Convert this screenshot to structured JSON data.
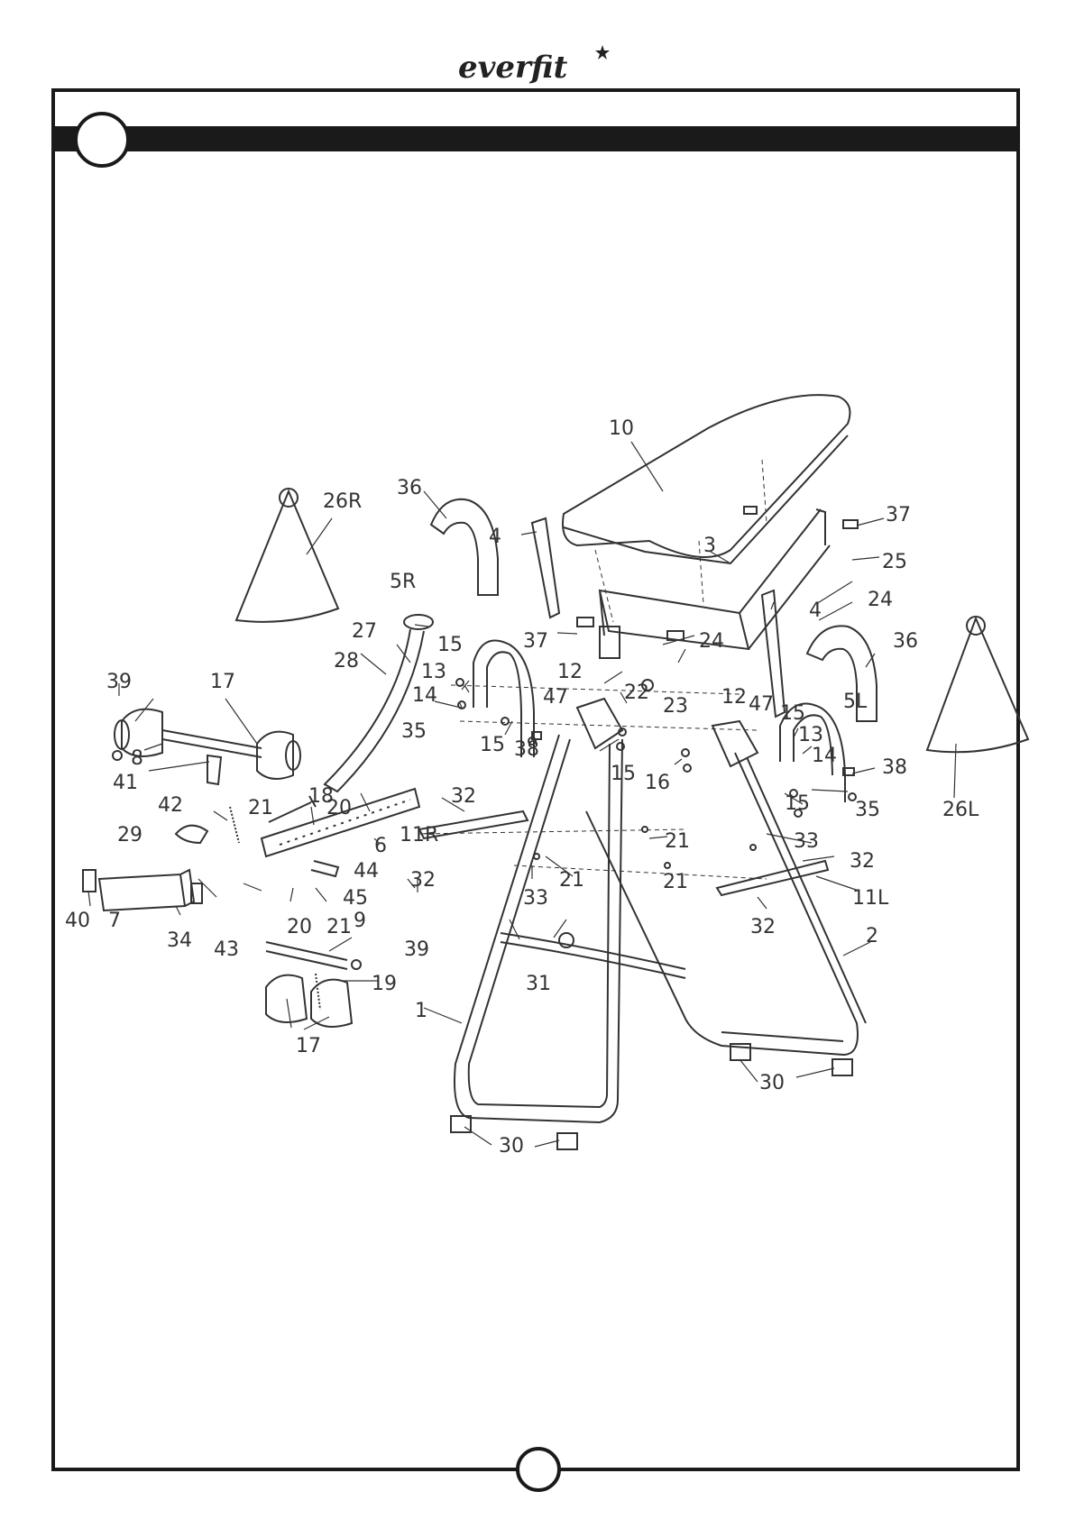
{
  "brand": {
    "logo_text": "everfit"
  },
  "callouts": [
    {
      "id": "c10",
      "label": "10"
    },
    {
      "id": "c26R",
      "label": "26R"
    },
    {
      "id": "c36a",
      "label": "36"
    },
    {
      "id": "c4a",
      "label": "4"
    },
    {
      "id": "c3",
      "label": "3"
    },
    {
      "id": "c37a",
      "label": "37"
    },
    {
      "id": "c25",
      "label": "25"
    },
    {
      "id": "c24a",
      "label": "24"
    },
    {
      "id": "c4b",
      "label": "4"
    },
    {
      "id": "c36b",
      "label": "36"
    },
    {
      "id": "c5R",
      "label": "5R"
    },
    {
      "id": "c27",
      "label": "27"
    },
    {
      "id": "c37b",
      "label": "37"
    },
    {
      "id": "c24b",
      "label": "24"
    },
    {
      "id": "c15a",
      "label": "15"
    },
    {
      "id": "c12a",
      "label": "12"
    },
    {
      "id": "c12b",
      "label": "12"
    },
    {
      "id": "c47a",
      "label": "47"
    },
    {
      "id": "c47b",
      "label": "47"
    },
    {
      "id": "c5L",
      "label": "5L"
    },
    {
      "id": "c39a",
      "label": "39"
    },
    {
      "id": "c17a",
      "label": "17"
    },
    {
      "id": "c28",
      "label": "28"
    },
    {
      "id": "c13a",
      "label": "13"
    },
    {
      "id": "c14a",
      "label": "14"
    },
    {
      "id": "c23",
      "label": "23"
    },
    {
      "id": "c22",
      "label": "22"
    },
    {
      "id": "c15b",
      "label": "15"
    },
    {
      "id": "c13b",
      "label": "13"
    },
    {
      "id": "c35a",
      "label": "35"
    },
    {
      "id": "c15c",
      "label": "15"
    },
    {
      "id": "c38a",
      "label": "38"
    },
    {
      "id": "c15d",
      "label": "15"
    },
    {
      "id": "c16",
      "label": "16"
    },
    {
      "id": "c14b",
      "label": "14"
    },
    {
      "id": "c38b",
      "label": "38"
    },
    {
      "id": "c8",
      "label": "8"
    },
    {
      "id": "c41",
      "label": "41"
    },
    {
      "id": "c18",
      "label": "18"
    },
    {
      "id": "c15e",
      "label": "15"
    },
    {
      "id": "c35b",
      "label": "35"
    },
    {
      "id": "c26L",
      "label": "26L"
    },
    {
      "id": "c42",
      "label": "42"
    },
    {
      "id": "c21a",
      "label": "21"
    },
    {
      "id": "c20a",
      "label": "20"
    },
    {
      "id": "c11R",
      "label": "11R"
    },
    {
      "id": "c32a",
      "label": "32"
    },
    {
      "id": "c21b",
      "label": "21"
    },
    {
      "id": "c33a",
      "label": "33"
    },
    {
      "id": "c29",
      "label": "29"
    },
    {
      "id": "c6",
      "label": "6"
    },
    {
      "id": "c44",
      "label": "44"
    },
    {
      "id": "c32b",
      "label": "32"
    },
    {
      "id": "c21c",
      "label": "21"
    },
    {
      "id": "c33b",
      "label": "33"
    },
    {
      "id": "c32c",
      "label": "32"
    },
    {
      "id": "c45",
      "label": "45"
    },
    {
      "id": "c21d",
      "label": "21"
    },
    {
      "id": "c11L",
      "label": "11L"
    },
    {
      "id": "c40",
      "label": "40"
    },
    {
      "id": "c7",
      "label": "7"
    },
    {
      "id": "c34",
      "label": "34"
    },
    {
      "id": "c43",
      "label": "43"
    },
    {
      "id": "c20b",
      "label": "20"
    },
    {
      "id": "c21e",
      "label": "21"
    },
    {
      "id": "c9",
      "label": "9"
    },
    {
      "id": "c39b",
      "label": "39"
    },
    {
      "id": "c32d",
      "label": "32"
    },
    {
      "id": "c2",
      "label": "2"
    },
    {
      "id": "c31",
      "label": "31"
    },
    {
      "id": "c19",
      "label": "19"
    },
    {
      "id": "c1",
      "label": "1"
    },
    {
      "id": "c17b",
      "label": "17"
    },
    {
      "id": "c30a",
      "label": "30"
    },
    {
      "id": "c30b",
      "label": "30"
    }
  ]
}
